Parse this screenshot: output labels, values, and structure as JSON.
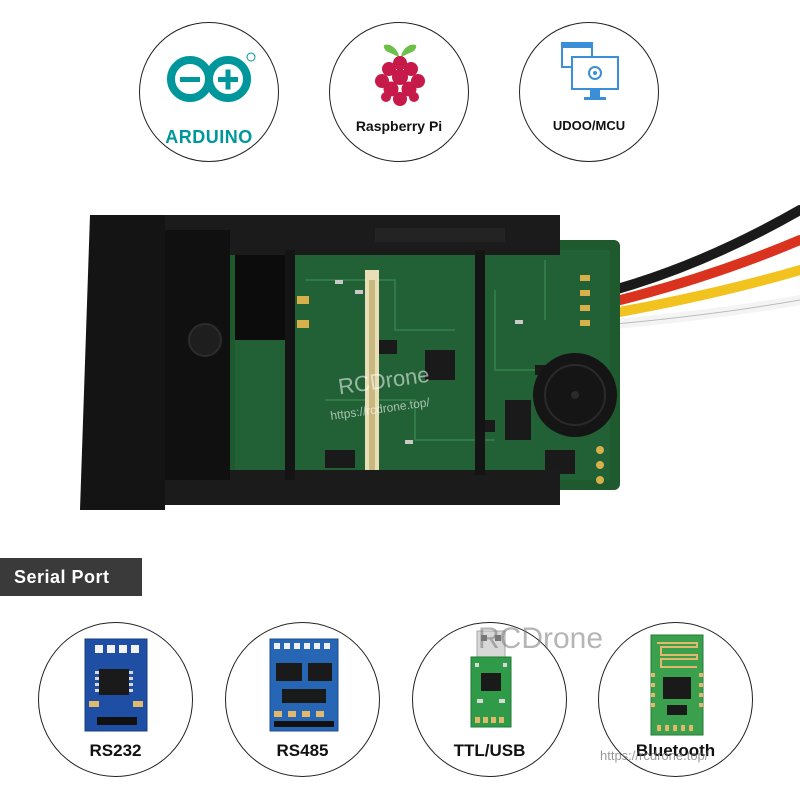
{
  "top_platforms": [
    {
      "label": "ARDUINO",
      "icon": "arduino-logo-icon",
      "color": "#00979c"
    },
    {
      "label": "Raspberry Pi",
      "icon": "raspberry-pi-logo-icon",
      "color": "#c51a4a"
    },
    {
      "label": "UDOO/MCU",
      "icon": "computer-monitor-icon",
      "color": "#3a8fd6"
    }
  ],
  "section_title": "Serial Port",
  "interfaces": [
    {
      "label": "RS232",
      "icon": "rs232-module-icon"
    },
    {
      "label": "RS485",
      "icon": "rs485-module-icon"
    },
    {
      "label": "TTL/USB",
      "icon": "ttl-usb-adapter-icon"
    },
    {
      "label": "Bluetooth",
      "icon": "bluetooth-module-icon"
    }
  ],
  "watermarks": {
    "brand": "RCDrone",
    "url": "https://rcdrone.top/"
  },
  "colors": {
    "pcb_green": "#1f5a2e",
    "housing_black": "#141414",
    "wire_red": "#d9331f",
    "wire_yellow": "#f2c31f",
    "wire_black": "#1a1a1a",
    "wire_white": "#f4f4f4"
  }
}
